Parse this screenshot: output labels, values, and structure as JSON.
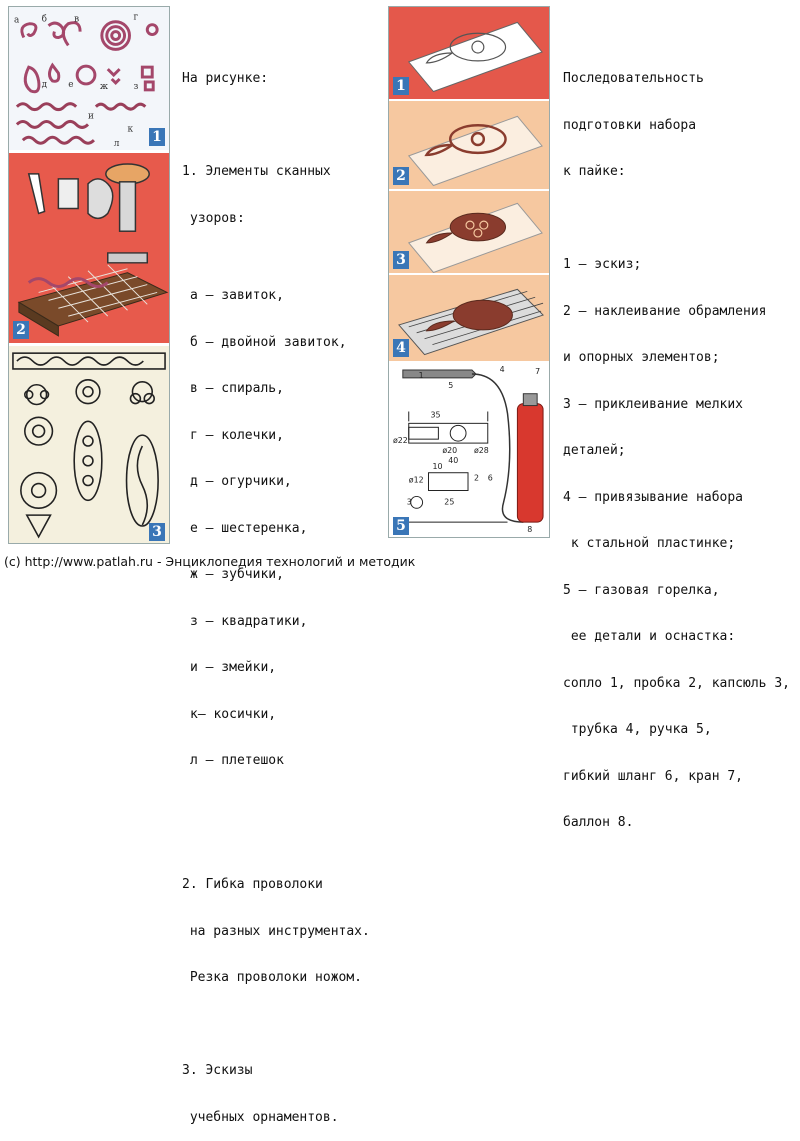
{
  "left_text": {
    "heading": "На рисунке:",
    "item1_line1": "1. Элементы сканных",
    "item1_line2": "узоров:",
    "elements": [
      "а — завиток,",
      "б — двойной завиток,",
      "в — спираль,",
      "г — колечки,",
      "д — огурчики,",
      "е — шестеренка,",
      "ж — зубчики,",
      "з — квадратики,",
      "и — змейки,",
      "к— косички,",
      "л — плетешок"
    ],
    "item2_line1": "2. Гибка проволоки",
    "item2_line2": " на разных инструментах.",
    "item2_line3": " Резка проволоки ножом.",
    "item3_line1": "3. Эскизы",
    "item3_line2": " учебных орнаментов."
  },
  "right_text": {
    "heading_line1": "Последовательность",
    "heading_line2": "подготовки набора",
    "heading_line3": "к пайке:",
    "steps": [
      "1 — эскиз;",
      "2 — наклеивание обрамления",
      "и опорных элементов;",
      "3 — приклеивание мелких",
      "деталей;",
      "4 — привязывание набора",
      " к стальной пластинке;",
      "5 — газовая горелка,",
      " ее детали и оснастка:",
      "сопло 1, пробка 2, капсюль 3,",
      " трубка 4, ручка 5,",
      "гибкий шланг 6, кран 7,",
      "баллон 8."
    ]
  },
  "left_strip": {
    "badges": [
      "1",
      "2",
      "3"
    ],
    "letters": [
      "а",
      "б",
      "в",
      "г",
      "д",
      "е",
      "ж",
      "з",
      "и",
      "к",
      "л"
    ]
  },
  "right_strip": {
    "badges": [
      "1",
      "2",
      "3",
      "4",
      "5"
    ],
    "dims": [
      "35",
      "ø20",
      "ø28",
      "40",
      "ø22",
      "ø12",
      "10",
      "25"
    ],
    "parts": [
      "1",
      "2",
      "3",
      "4",
      "5",
      "6",
      "7",
      "8"
    ]
  },
  "footer": "(c) http://www.patlah.ru - Энциклопедия технологий и методик",
  "colors": {
    "badge": "#3a76b7",
    "copper": "#8a3c2e",
    "red_bg": "#e4584b",
    "orange_bg": "#f6c8a0"
  }
}
